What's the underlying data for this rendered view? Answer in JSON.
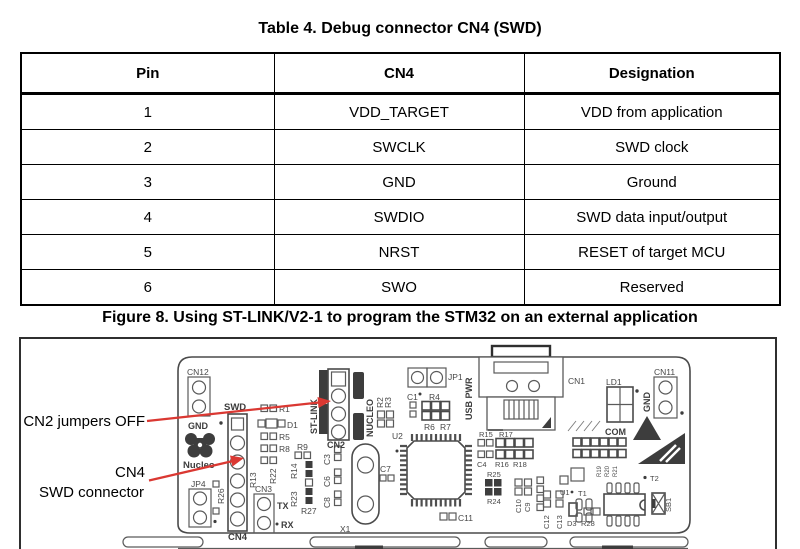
{
  "document": {
    "table": {
      "title": "Table 4. Debug connector CN4 (SWD)",
      "headers": [
        "Pin",
        "CN4",
        "Designation"
      ],
      "rows": [
        [
          "1",
          "VDD_TARGET",
          "VDD from application"
        ],
        [
          "2",
          "SWCLK",
          "SWD clock"
        ],
        [
          "3",
          "GND",
          "Ground"
        ],
        [
          "4",
          "SWDIO",
          "SWD data input/output"
        ],
        [
          "5",
          "NRST",
          "RESET of target MCU"
        ],
        [
          "6",
          "SWO",
          "Reserved"
        ]
      ]
    },
    "figure": {
      "title": "Figure 8. Using ST-LINK/V2-1 to program the STM32 on an external application",
      "callouts": {
        "cn2_jumpers": "CN2 jumpers OFF",
        "cn4_line1": "CN4",
        "cn4_line2": "SWD connector"
      },
      "colors": {
        "arrow": "#da3832",
        "pcb_line": "#5a5a5a",
        "pcb_text": "#474747"
      },
      "pcb": {
        "cn12": "CN12",
        "gnd_left": "GND",
        "nucleo": "Nucleo",
        "jp4": "JP4",
        "r26": "R26",
        "swd": "SWD",
        "cn4": "CN4",
        "r13": "R13",
        "r1": "R1",
        "d1": "D1",
        "r5": "R5",
        "r8": "R8",
        "r22": "R22",
        "cn3": "CN3",
        "tx": "TX",
        "rx": "RX",
        "r9": "R9",
        "r14": "R14",
        "r23": "R23",
        "r27": "R27",
        "c3": "C3",
        "c6": "C6",
        "c8": "C8",
        "st_link": "ST-LINK",
        "cn2": "CN2",
        "nucleo_vert": "NUCLEO",
        "r2": "R2",
        "r3": "R3",
        "x1": "X1",
        "c7": "C7",
        "u2": "U2",
        "c11": "C11",
        "jp1": "JP1",
        "c1": "C1",
        "r4": "R4",
        "r6": "R6",
        "r7": "R7",
        "usb_pwr": "USB PWR",
        "cn1": "CN1",
        "r15": "R15",
        "r17": "R17",
        "c4": "C4",
        "r16": "R16",
        "r18": "R18",
        "r25": "R25",
        "r24": "R24",
        "c10": "C10",
        "c9": "C9",
        "c12": "C12",
        "c13": "C13",
        "d3": "D3",
        "r28": "R28",
        "u1": "U1",
        "t1": "T1",
        "t2": "T2",
        "sb1": "SB1",
        "r19": "R19",
        "r20": "R20",
        "r21": "R21",
        "ld1": "LD1",
        "com": "COM",
        "cn11": "CN11",
        "gnd_right": "GND"
      }
    }
  }
}
